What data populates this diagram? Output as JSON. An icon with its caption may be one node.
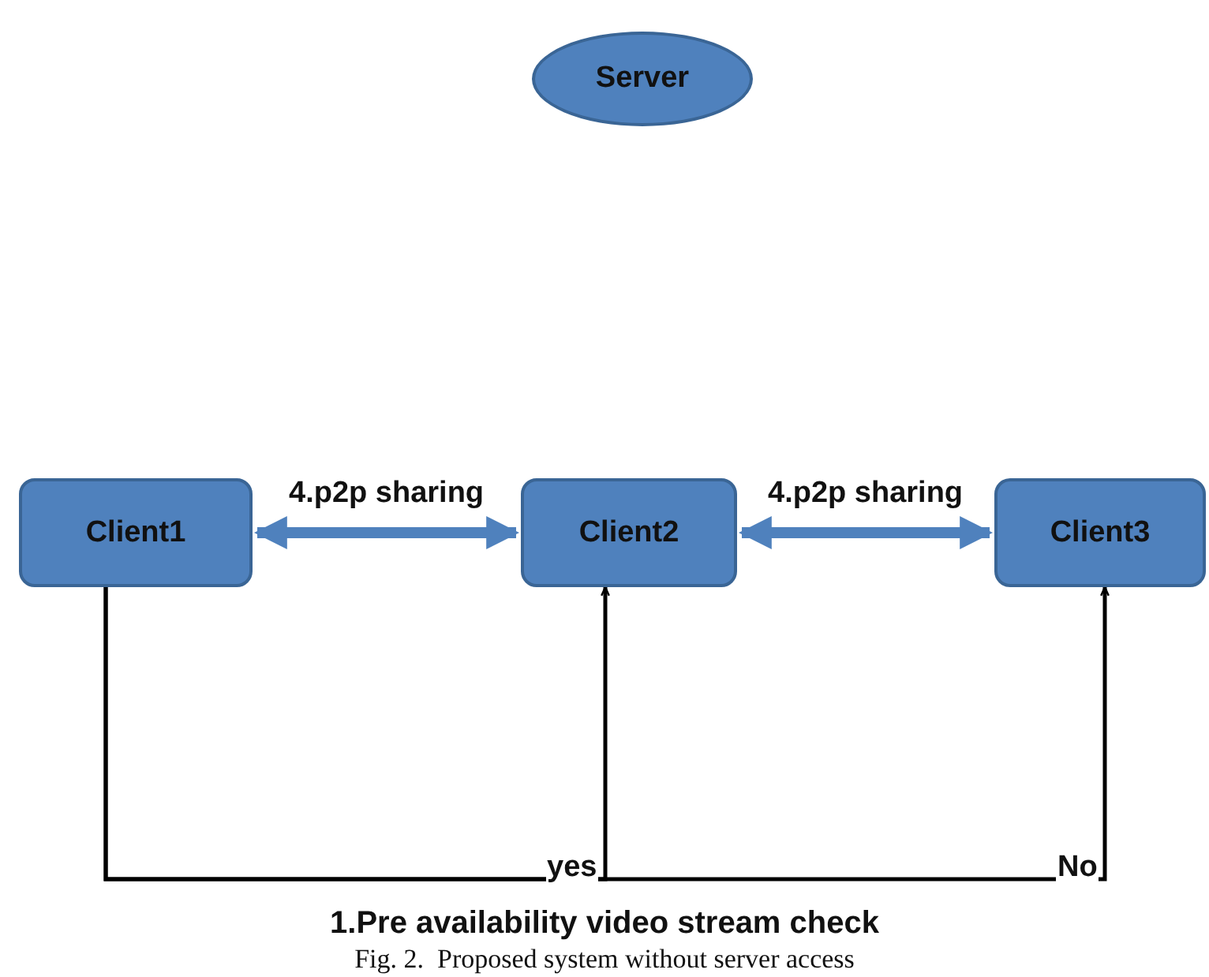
{
  "diagram": {
    "caption": "Fig. 2.  Proposed system without server access",
    "nodes": [
      {
        "text": [
          "Server"
        ]
      },
      {
        "text": [
          "Client1"
        ]
      },
      {
        "text": [
          "Client2"
        ]
      },
      {
        "text": [
          "Client3"
        ]
      }
    ],
    "edges": [
      {
        "from": 1,
        "to": 2,
        "arrow": "both",
        "label": "4.p2p sharing",
        "style": "thick",
        "color": "#4f81bd"
      },
      {
        "from": 2,
        "to": 3,
        "arrow": "both",
        "label": "4.p2p sharing",
        "style": "thick",
        "color": "#4f81bd"
      },
      {
        "from": 1,
        "to": 2,
        "arrow": "to",
        "label": "yes",
        "color": "#000000"
      },
      {
        "from": 1,
        "to": 3,
        "arrow": "to",
        "label": "No",
        "color": "#000000"
      }
    ],
    "labels": [
      "1.Pre availability video stream check"
    ]
  }
}
